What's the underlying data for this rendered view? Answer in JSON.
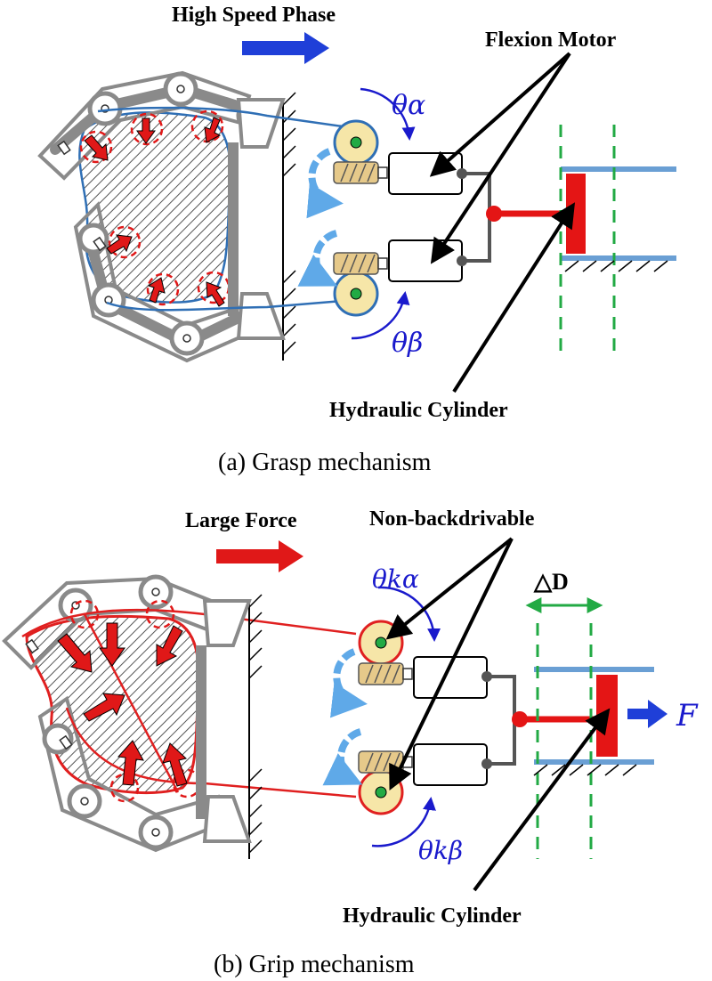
{
  "colors": {
    "frame_gray": "#8a8a8a",
    "blue_phase": "#1f3fd8",
    "red_force": "#e01818",
    "tendon_blue": "#2f6fb5",
    "tendon_red": "#e02020",
    "pulley_fill": "#f6e6a8",
    "pulley_center": "#22aa44",
    "light_blue": "#5fa9e8",
    "dashed_green": "#22aa44",
    "cylinder_red": "#e41515",
    "label_blue": "#1a1acc",
    "rail_blue": "#6a9fd4"
  },
  "icons": {
    "blue_arrow": "arrow-right-icon",
    "red_arrow": "arrow-right-icon",
    "force_arrow": "arrow-right-icon",
    "ground": "ground-hatch-icon"
  },
  "panel_a": {
    "phase_label": "High Speed Phase",
    "motor_label": "Flexion Motor",
    "cylinder_label": "Hydraulic Cylinder",
    "theta_top": "θα",
    "theta_bottom": "θβ",
    "caption": "(a) Grasp mechanism"
  },
  "panel_b": {
    "phase_label": "Large Force",
    "nbd_label": "Non-backdrivable",
    "cylinder_label": "Hydraulic Cylinder",
    "theta_top": "θkα",
    "theta_bottom": "θkβ",
    "delta_label": "△D",
    "force_label": "F",
    "caption": "(b) Grip mechanism"
  }
}
